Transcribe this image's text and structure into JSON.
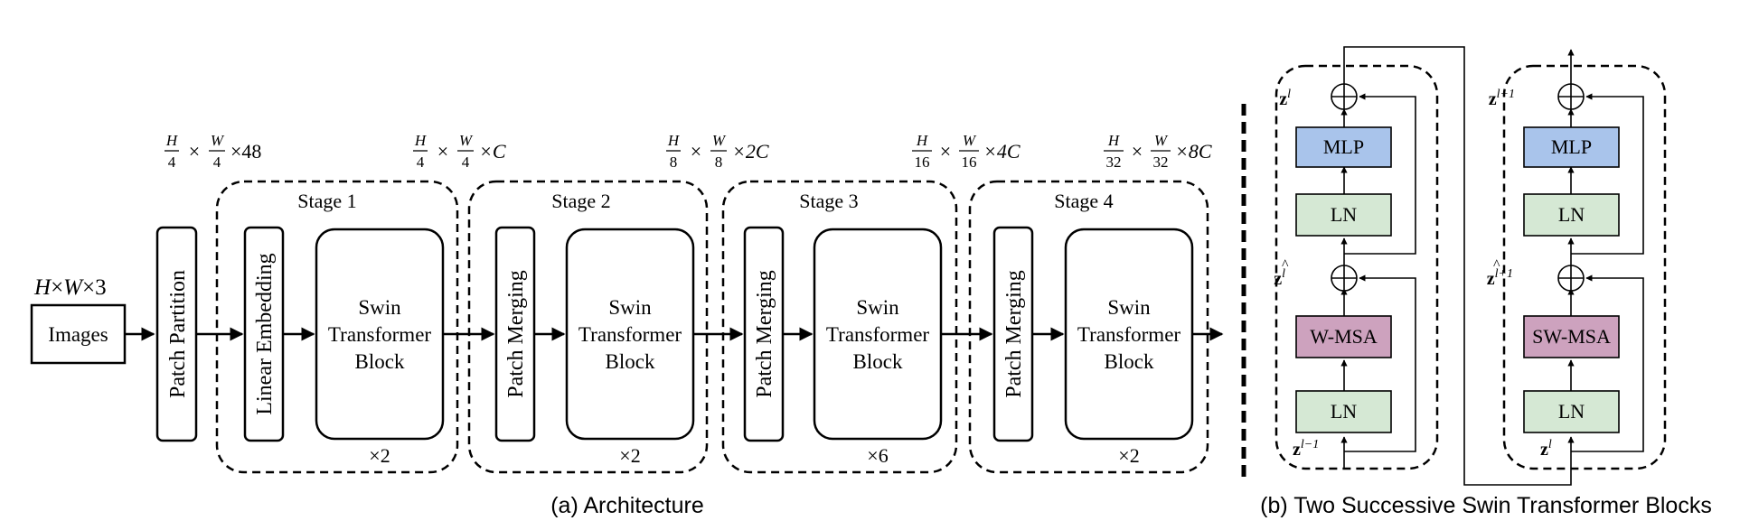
{
  "input": {
    "dim": {
      "a": "H",
      "x1": "×",
      "b": "W",
      "x2": "×",
      "c": "3"
    },
    "label": "Images"
  },
  "patch_partition": "Patch Partition",
  "linear_embedding": "Linear Embedding",
  "patch_merging": "Patch Merging",
  "swin_block": {
    "line1": "Swin",
    "line2": "Transformer",
    "line3": "Block"
  },
  "stages": [
    {
      "title": "Stage 1",
      "repeat": "×2"
    },
    {
      "title": "Stage 2",
      "repeat": "×2"
    },
    {
      "title": "Stage 3",
      "repeat": "×6"
    },
    {
      "title": "Stage 4",
      "repeat": "×2"
    }
  ],
  "dims": [
    {
      "h": "H",
      "hd": "4",
      "w": "W",
      "wd": "4",
      "times": "×",
      "rest": "×48"
    },
    {
      "h": "H",
      "hd": "4",
      "w": "W",
      "wd": "4",
      "times": "×",
      "rest": "×C"
    },
    {
      "h": "H",
      "hd": "8",
      "w": "W",
      "wd": "8",
      "times": "×",
      "rest": "×2C"
    },
    {
      "h": "H",
      "hd": "16",
      "w": "W",
      "wd": "16",
      "times": "×",
      "rest": "×4C"
    },
    {
      "h": "H",
      "hd": "32",
      "w": "W",
      "wd": "32",
      "times": "×",
      "rest": "×8C"
    }
  ],
  "blocks": {
    "mlp": "MLP",
    "ln": "LN",
    "wmsa": "W-MSA",
    "swmsa": "SW-MSA",
    "z": "z",
    "sup_l": "l",
    "sup_l_minus_1": "l−1",
    "sup_l_plus_1": "l+1"
  },
  "captions": {
    "a": "(a) Architecture",
    "b": "(b) Two Successive Swin Transformer Blocks"
  },
  "colors": {
    "mlp": "#a9c4eb",
    "ln": "#d5e8d4",
    "msa": "#cda2be",
    "stroke": "#000000"
  }
}
